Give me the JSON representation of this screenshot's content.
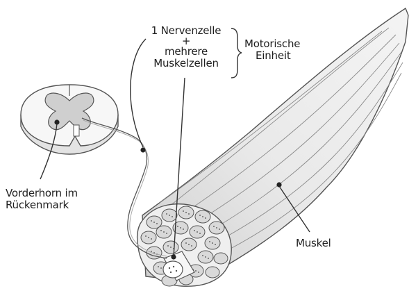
{
  "labels": {
    "nervenzelle_line1": "1 Nervenzelle",
    "plus": "+",
    "nervenzelle_line2": "mehrere",
    "nervenzelle_line3": "Muskelzellen",
    "motorische_line1": "Motorische",
    "motorische_line2": "Einheit",
    "vorderhorn_line1": "Vorderhorn im",
    "vorderhorn_line2": "Rückenmark",
    "muskel": "Muskel"
  },
  "colors": {
    "outline": "#555555",
    "muscle_fill": "#e7e7e7",
    "muscle_light": "#f1f1f1",
    "muscle_shade": "#d2d2d2",
    "gray_matter": "#cfcfcf",
    "white_matter": "#f7f7f7",
    "fiber_fill": "#d8d8d8",
    "leader": "#333333"
  }
}
